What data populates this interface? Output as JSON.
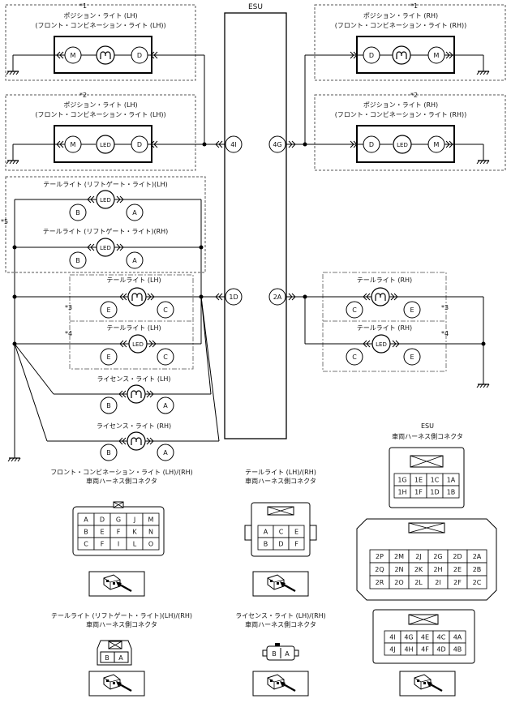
{
  "esu": {
    "title": "ESU"
  },
  "pins": {
    "p4I": "4I",
    "p4G": "4G",
    "p1D": "1D",
    "p2A": "2A"
  },
  "notes": {
    "n1": "*1",
    "n2": "*2",
    "n3": "*3",
    "n4": "*4",
    "n5": "*5"
  },
  "lamps": {
    "pos_lh_1": "ポジション・ライト (LH)",
    "pos_lh_1_sub": "(フロント・コンビネーション・ライト (LH))",
    "pos_rh_1": "ポジション・ライト (RH)",
    "pos_rh_1_sub": "(フロント・コンビネーション・ライト (RH))",
    "pos_lh_2": "ポジション・ライト (LH)",
    "pos_lh_2_sub": "(フロント・コンビネーション・ライト (LH))",
    "pos_rh_2": "ポジション・ライト (RH)",
    "pos_rh_2_sub": "(フロント・コンビネーション・ライト (RH))",
    "tail_lg_lh": "テールライト (リフトゲート・ライト)(LH)",
    "tail_lg_rh": "テールライト (リフトゲート・ライト)(RH)",
    "tail_lh_a": "テールライト (LH)",
    "tail_lh_b": "テールライト (LH)",
    "tail_rh_a": "テールライト (RH)",
    "tail_rh_b": "テールライト (RH)",
    "lic_lh": "ライセンス・ライト (LH)",
    "lic_rh": "ライセンス・ライト (RH)"
  },
  "terminals": {
    "M": "M",
    "D": "D",
    "A": "A",
    "B": "B",
    "C": "C",
    "E": "E",
    "LED": "LED"
  },
  "connectors": {
    "front_title": "フロント・コンビネーション・ライト (LH)/(RH)",
    "front_sub": "車両ハーネス側コネクタ",
    "front_rows": [
      [
        "A",
        "D",
        "G",
        "J",
        "M"
      ],
      [
        "B",
        "E",
        "F",
        "K",
        "N"
      ],
      [
        "C",
        "F",
        "I",
        "L",
        "O"
      ]
    ],
    "tail_title": "テールライト (LH)/(RH)",
    "tail_sub": "車両ハーネス側コネクタ",
    "tail_rows": [
      [
        "A",
        "C",
        "E"
      ],
      [
        "B",
        "D",
        "F"
      ]
    ],
    "liftgate_title": "テールライト (リフトゲート・ライト)(LH)/(RH)",
    "liftgate_sub": "車両ハーネス側コネクタ",
    "liftgate_row": [
      "B",
      "A"
    ],
    "license_title": "ライセンス・ライト (LH)/(RH)",
    "license_sub": "車両ハーネス側コネクタ",
    "license_row": [
      "B",
      "A"
    ],
    "esu_title": "ESU",
    "esu_sub": "車両ハーネス側コネクタ",
    "esu1_rows": [
      [
        "1G",
        "1E",
        "1C",
        "1A"
      ],
      [
        "1H",
        "1F",
        "1D",
        "1B"
      ]
    ],
    "esu2_rows": [
      [
        "2P",
        "2M",
        "2J",
        "2G",
        "2D",
        "2A"
      ],
      [
        "2Q",
        "2N",
        "2K",
        "2H",
        "2E",
        "2B"
      ],
      [
        "2R",
        "2O",
        "2L",
        "2I",
        "2F",
        "2C"
      ]
    ],
    "esu4_rows": [
      [
        "4I",
        "4G",
        "4E",
        "4C",
        "4A"
      ],
      [
        "4J",
        "4H",
        "4F",
        "4D",
        "4B"
      ]
    ]
  }
}
